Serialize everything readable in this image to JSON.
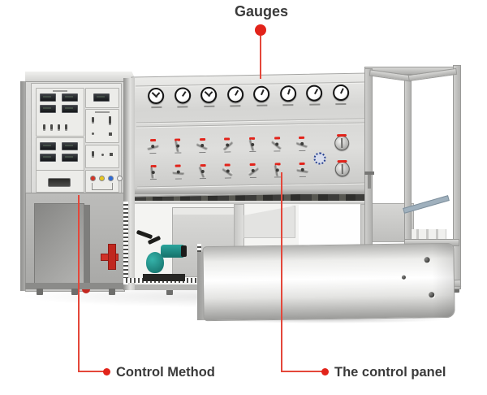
{
  "annotations": {
    "gauges": {
      "label": "Gauges"
    },
    "control_method": {
      "label": "Control Method"
    },
    "control_panel": {
      "label": "The control panel"
    }
  },
  "colors": {
    "accent_red": "#e2231a",
    "line_red": "#e4473a",
    "text": "#3a3a3a",
    "indicator_lights": [
      "#d63426",
      "#e8c71f",
      "#2d6bd8",
      "#f2f2f0"
    ]
  },
  "gauge_panel": {
    "gauges": [
      {
        "style": "cross",
        "needle_deg": 45
      },
      {
        "style": "needle",
        "needle_deg": 35
      },
      {
        "style": "cross",
        "needle_deg": 45
      },
      {
        "style": "needle",
        "needle_deg": 30
      },
      {
        "style": "needle",
        "needle_deg": 25
      },
      {
        "style": "needle",
        "needle_deg": 18
      },
      {
        "style": "needle",
        "needle_deg": 30
      },
      {
        "style": "needle",
        "needle_deg": 26
      }
    ]
  },
  "valve_panel": {
    "row1_angles": [
      -15,
      80,
      25,
      -40,
      75,
      40,
      20
    ],
    "row2_angles": [
      85,
      5,
      70,
      35,
      -35,
      80,
      10
    ]
  },
  "left_cabinet": {
    "display_groups": [
      {
        "name": "upper-displays",
        "count": 4
      },
      {
        "name": "single-display",
        "count": 1
      },
      {
        "name": "mid-displays",
        "count": 4
      }
    ]
  }
}
